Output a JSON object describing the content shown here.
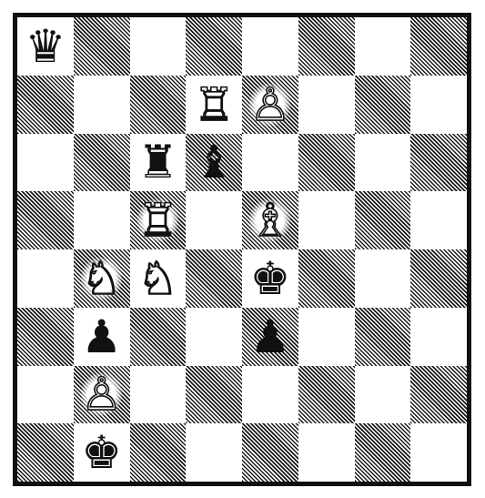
{
  "board": {
    "files": 8,
    "ranks": 8,
    "pieces": [
      {
        "glyph": "♛",
        "color": "black",
        "name": "queen",
        "file": 0,
        "rank": 0
      },
      {
        "glyph": "♖",
        "color": "white",
        "name": "rook",
        "file": 3,
        "rank": 1
      },
      {
        "glyph": "♙",
        "color": "white",
        "name": "pawn",
        "file": 4,
        "rank": 1
      },
      {
        "glyph": "♜",
        "color": "black",
        "name": "rook",
        "file": 2,
        "rank": 2
      },
      {
        "glyph": "♝",
        "color": "black",
        "name": "bishop",
        "file": 3,
        "rank": 2
      },
      {
        "glyph": "♖",
        "color": "white",
        "name": "rook",
        "file": 2,
        "rank": 3
      },
      {
        "glyph": "♗",
        "color": "white",
        "name": "bishop",
        "file": 4,
        "rank": 3
      },
      {
        "glyph": "♘",
        "color": "white",
        "name": "knight",
        "file": 1,
        "rank": 4
      },
      {
        "glyph": "♘",
        "color": "white",
        "name": "knight",
        "file": 2,
        "rank": 4
      },
      {
        "glyph": "♚",
        "color": "black",
        "name": "king",
        "file": 4,
        "rank": 4
      },
      {
        "glyph": "♟",
        "color": "black",
        "name": "pawn",
        "file": 1,
        "rank": 5
      },
      {
        "glyph": "♟",
        "color": "black",
        "name": "pawn",
        "file": 4,
        "rank": 5
      },
      {
        "glyph": "♙",
        "color": "white",
        "name": "pawn",
        "file": 1,
        "rank": 6
      },
      {
        "glyph": "♚",
        "color": "black",
        "name": "king",
        "file": 1,
        "rank": 7
      }
    ]
  }
}
